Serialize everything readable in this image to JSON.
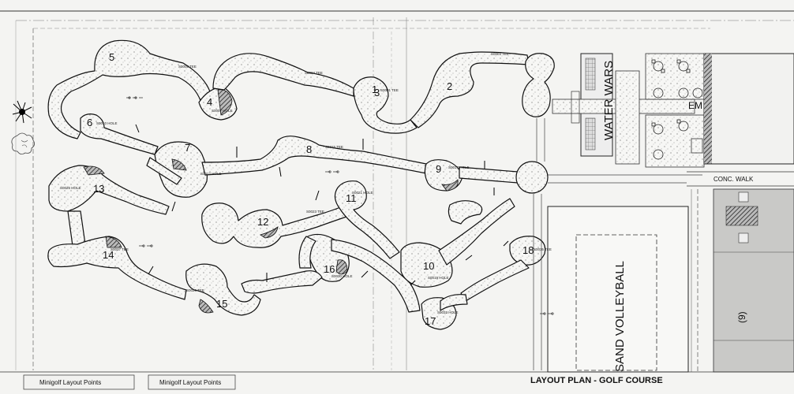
{
  "holes": [
    "1",
    "2",
    "3",
    "4",
    "5",
    "6",
    "7",
    "8",
    "9",
    "10",
    "11",
    "12",
    "13",
    "14",
    "15",
    "16",
    "17",
    "18"
  ],
  "tee_codes": {
    "h1": "S0001 TEE",
    "h2": "S0003 TEE",
    "h3": "S0004 TEE",
    "h4": "S0007 HOLE",
    "h5": "S0008 TEE",
    "h6": "S0010 HOLE",
    "h7": "S0012 HOLE",
    "h8": "S0015 TEE",
    "h9": "S0017 HOLE",
    "h10": "S0019 HOLE",
    "h11": "S0021 HOLE",
    "h12": "S0023 TEE",
    "h13": "S0026 HOLE",
    "h14": "S0027 TEE",
    "h15": "S0029 TEE",
    "h16": "S0030 HOLE",
    "h17": "S0033 HOLE",
    "h18": "S0035 TEE"
  },
  "labels": {
    "water_wars": "WATER WARS",
    "em": "EM",
    "conc_walk": "CONC. WALK",
    "sand_volleyball": "SAND VOLLEYBALL",
    "parking_count": "(9)",
    "title": "LAYOUT PLAN - GOLF COURSE",
    "tab1": "Minigolf Layout Points",
    "tab2": "Minigolf Layout Points"
  }
}
